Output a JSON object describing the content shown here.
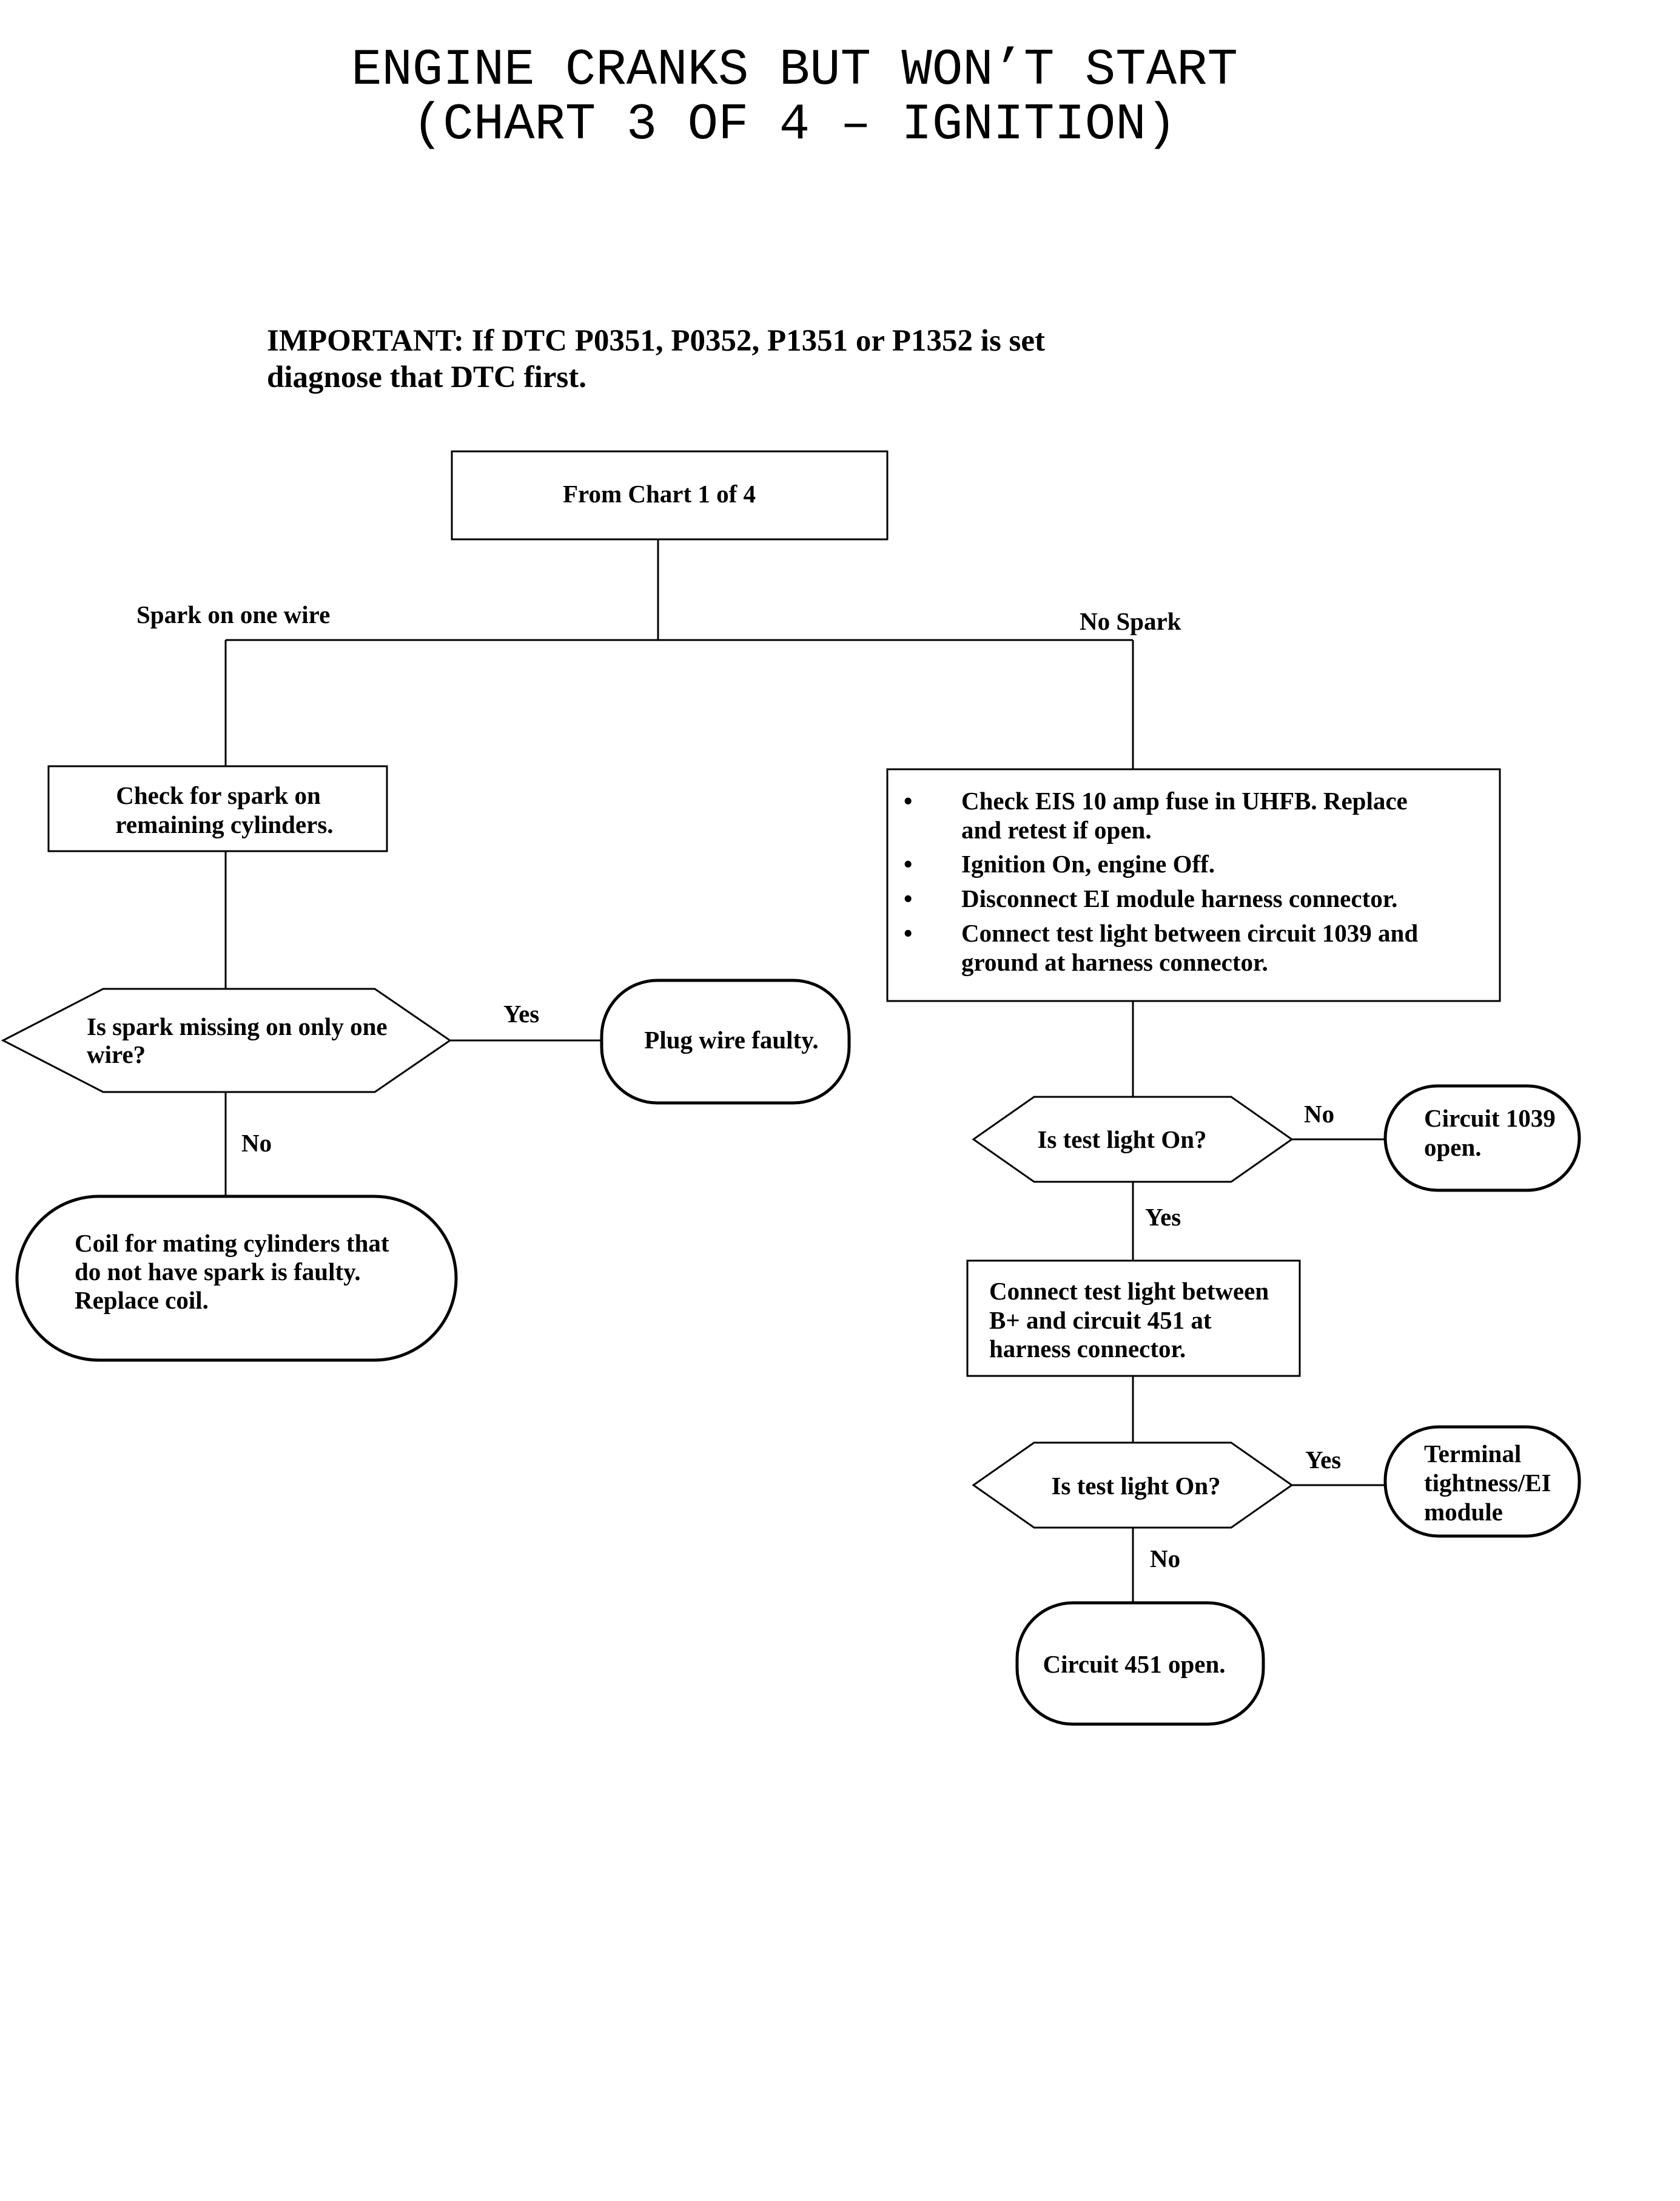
{
  "title": {
    "line1": "ENGINE CRANKS BUT WON’T START",
    "line2": "(CHART 3 OF 4 – IGNITION)"
  },
  "important": {
    "line1": "IMPORTANT:   If DTC P0351, P0352, P1351 or P1352 is set",
    "line2": "diagnose that DTC first."
  },
  "nodes": {
    "start": "From Chart 1 of 4",
    "check_spark": [
      "Check for spark on",
      "remaining cylinders."
    ],
    "spark_missing": [
      "Is spark missing on only one",
      "wire?"
    ],
    "plug_wire": "Plug wire faulty.",
    "coil_faulty": [
      "Coil for mating cylinders that",
      "do not have spark is faulty.",
      "Replace coil."
    ],
    "no_spark_steps": [
      [
        "Check EIS 10 amp fuse in UHFB. Replace",
        "and retest if open."
      ],
      [
        "Ignition On, engine Off."
      ],
      [
        "Disconnect EI module harness connector."
      ],
      [
        "Connect test light between circuit 1039 and",
        "ground at harness connector."
      ]
    ],
    "test_light_1": "Is test light On?",
    "circuit_1039": [
      "Circuit 1039",
      "open."
    ],
    "connect_b_plus": [
      "Connect test light between",
      "B+ and circuit 451 at",
      "harness connector."
    ],
    "test_light_2": "Is test light On?",
    "terminal": [
      "Terminal",
      "tightness/EI",
      "module"
    ],
    "circuit_451": "Circuit 451 open."
  },
  "edges": {
    "spark_one_wire": "Spark on one wire",
    "no_spark": "No Spark",
    "yes_plug": "Yes",
    "no_coil": "No",
    "no_1039": "No",
    "yes_connect": "Yes",
    "yes_terminal": "Yes",
    "no_451": "No"
  },
  "bullet_char": "•"
}
